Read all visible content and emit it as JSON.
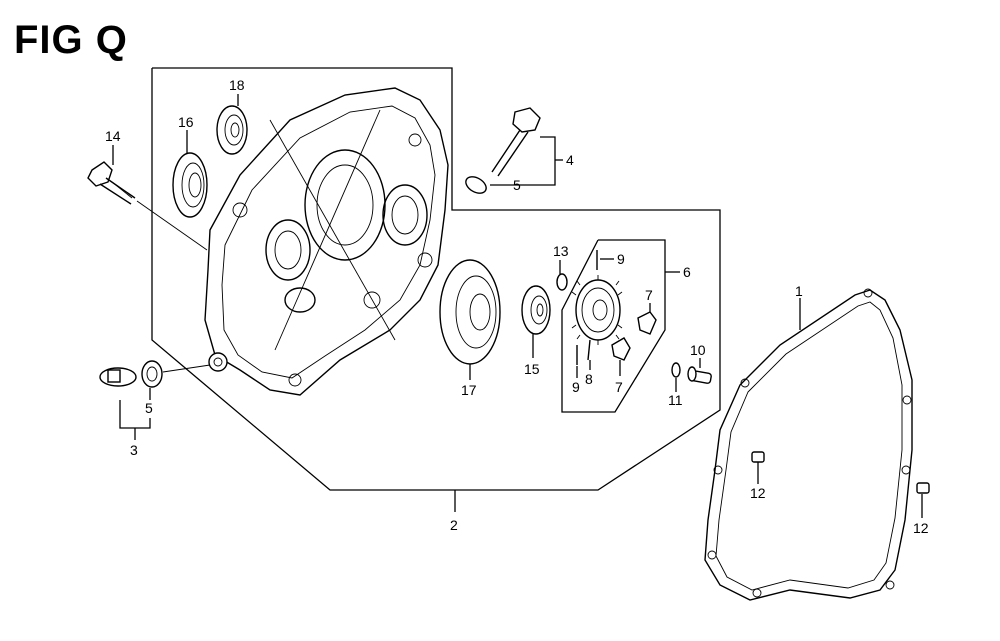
{
  "figure": {
    "title": "FIG Q"
  },
  "callouts": [
    {
      "id": "c1",
      "label": "1"
    },
    {
      "id": "c2",
      "label": "2"
    },
    {
      "id": "c3",
      "label": "3"
    },
    {
      "id": "c4",
      "label": "4"
    },
    {
      "id": "c5a",
      "label": "5"
    },
    {
      "id": "c5b",
      "label": "5"
    },
    {
      "id": "c6",
      "label": "6"
    },
    {
      "id": "c7a",
      "label": "7"
    },
    {
      "id": "c7b",
      "label": "7"
    },
    {
      "id": "c8",
      "label": "8"
    },
    {
      "id": "c9a",
      "label": "9"
    },
    {
      "id": "c9b",
      "label": "9"
    },
    {
      "id": "c10",
      "label": "10"
    },
    {
      "id": "c11",
      "label": "11"
    },
    {
      "id": "c12a",
      "label": "12"
    },
    {
      "id": "c12b",
      "label": "12"
    },
    {
      "id": "c13",
      "label": "13"
    },
    {
      "id": "c14",
      "label": "14"
    },
    {
      "id": "c15",
      "label": "15"
    },
    {
      "id": "c16",
      "label": "16"
    },
    {
      "id": "c17",
      "label": "17"
    },
    {
      "id": "c18",
      "label": "18"
    }
  ]
}
